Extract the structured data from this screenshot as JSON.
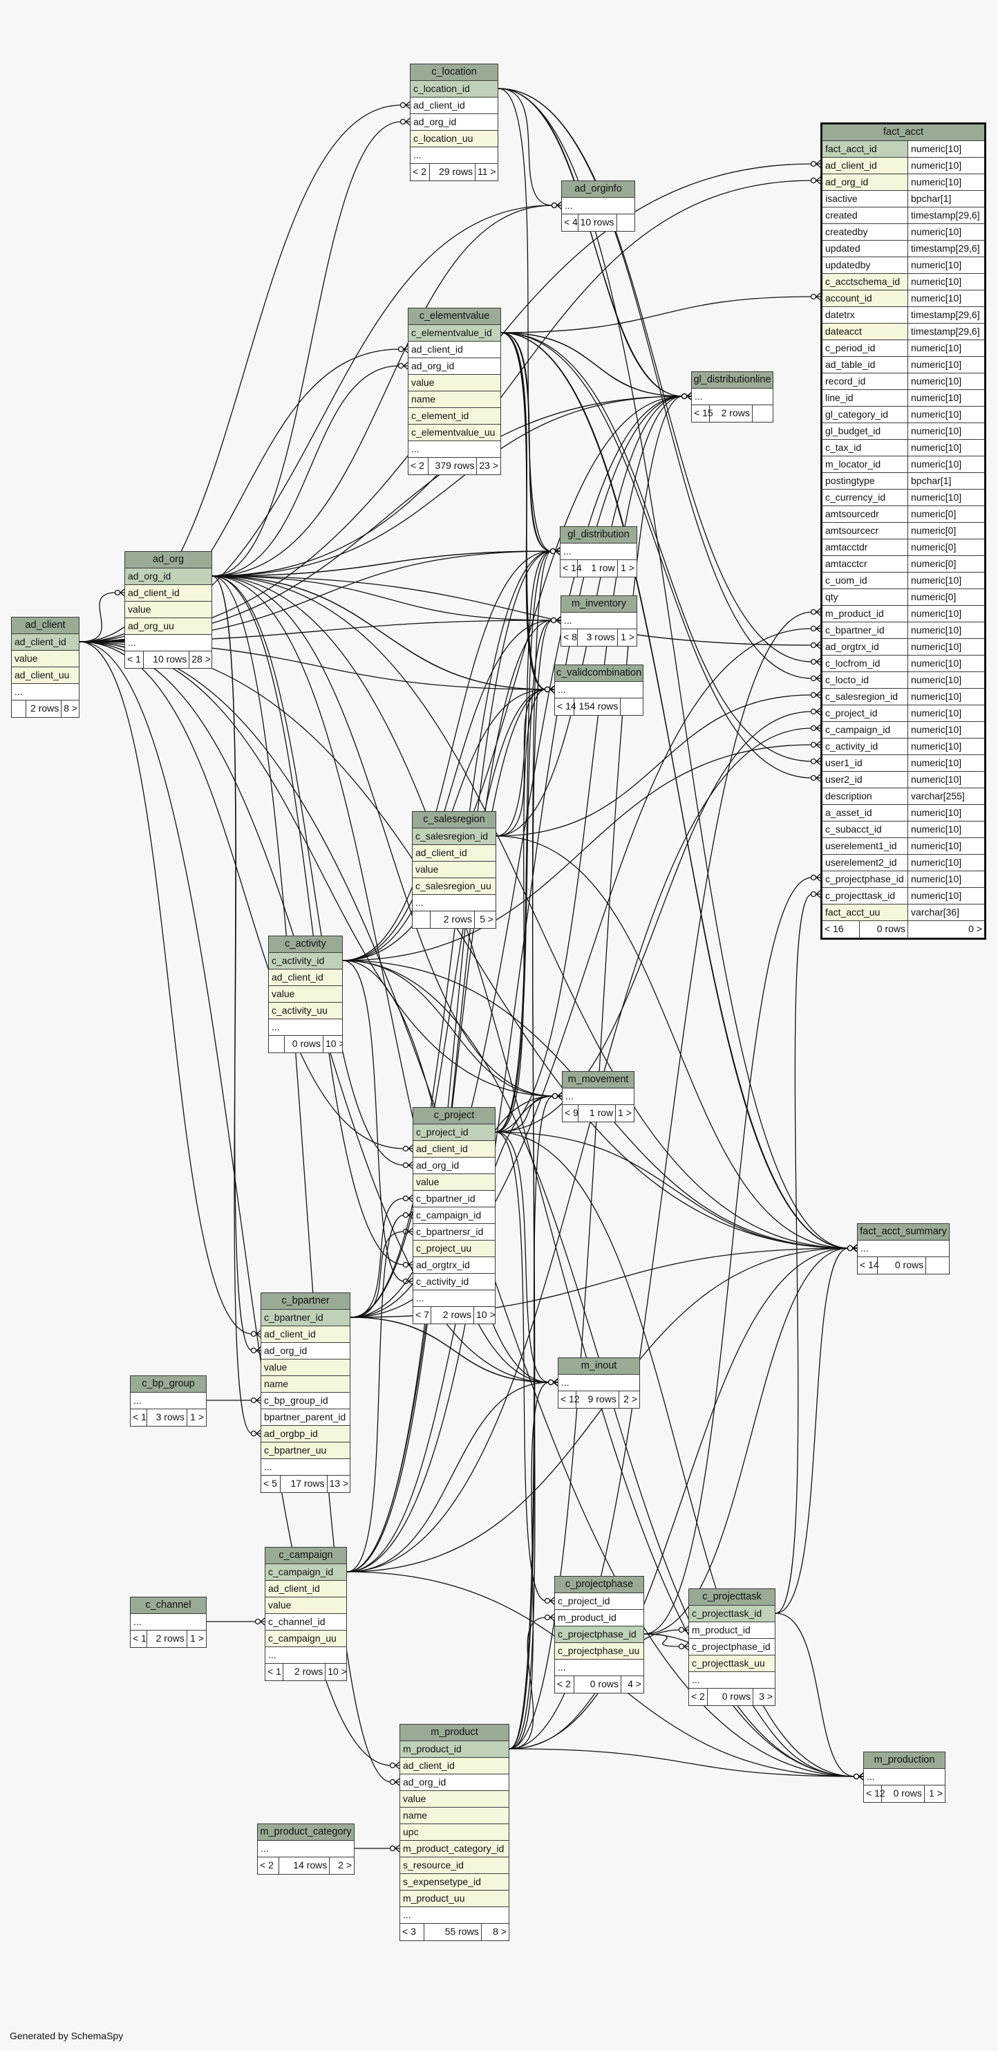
{
  "generated_by": "Generated by SchemaSpy",
  "tables": {
    "c_location": {
      "title": "c_location",
      "rows": [
        "c_location_id",
        "ad_client_id",
        "ad_org_id",
        "c_location_uu",
        "..."
      ],
      "footer": [
        "< 2",
        "29 rows",
        "11 >"
      ]
    },
    "ad_orginfo": {
      "title": "ad_orginfo",
      "rows": [
        "..."
      ],
      "footer": [
        "< 4",
        "10 rows",
        ""
      ]
    },
    "c_elementvalue": {
      "title": "c_elementvalue",
      "rows": [
        "c_elementvalue_id",
        "ad_client_id",
        "ad_org_id",
        "value",
        "name",
        "c_element_id",
        "c_elementvalue_uu",
        "..."
      ],
      "footer": [
        "< 2",
        "379 rows",
        "23 >"
      ]
    },
    "gl_distributionline": {
      "title": "gl_distributionline",
      "rows": [
        "..."
      ],
      "footer": [
        "< 15",
        "2 rows",
        ""
      ]
    },
    "gl_distribution": {
      "title": "gl_distribution",
      "rows": [
        "..."
      ],
      "footer": [
        "< 14",
        "1 row",
        "1 >"
      ]
    },
    "m_inventory": {
      "title": "m_inventory",
      "rows": [
        "..."
      ],
      "footer": [
        "< 8",
        "3 rows",
        "1 >"
      ]
    },
    "c_validcombination": {
      "title": "c_validcombination",
      "rows": [
        "..."
      ],
      "footer": [
        "< 14",
        "154 rows",
        ""
      ]
    },
    "ad_org": {
      "title": "ad_org",
      "rows": [
        "ad_org_id",
        "ad_client_id",
        "value",
        "ad_org_uu",
        "..."
      ],
      "footer": [
        "< 1",
        "10 rows",
        "28 >"
      ]
    },
    "ad_client": {
      "title": "ad_client",
      "rows": [
        "ad_client_id",
        "value",
        "ad_client_uu",
        "..."
      ],
      "footer": [
        "",
        "2 rows",
        "8 >"
      ]
    },
    "c_salesregion": {
      "title": "c_salesregion",
      "rows": [
        "c_salesregion_id",
        "ad_client_id",
        "value",
        "c_salesregion_uu",
        "..."
      ],
      "footer": [
        "",
        "2 rows",
        "5 >"
      ]
    },
    "c_activity": {
      "title": "c_activity",
      "rows": [
        "c_activity_id",
        "ad_client_id",
        "value",
        "c_activity_uu",
        "..."
      ],
      "footer": [
        "",
        "0 rows",
        "10 >"
      ]
    },
    "m_movement": {
      "title": "m_movement",
      "rows": [
        "..."
      ],
      "footer": [
        "< 9",
        "1 row",
        "1 >"
      ]
    },
    "c_project": {
      "title": "c_project",
      "rows": [
        "c_project_id",
        "ad_client_id",
        "ad_org_id",
        "value",
        "c_bpartner_id",
        "c_campaign_id",
        "c_bpartnersr_id",
        "c_project_uu",
        "ad_orgtrx_id",
        "c_activity_id",
        "..."
      ],
      "footer": [
        "< 7",
        "2 rows",
        "10 >"
      ]
    },
    "fact_acct_summary": {
      "title": "fact_acct_summary",
      "rows": [
        "..."
      ],
      "footer": [
        "< 14",
        "0 rows",
        ""
      ]
    },
    "m_inout": {
      "title": "m_inout",
      "rows": [
        "..."
      ],
      "footer": [
        "< 12",
        "9 rows",
        "2 >"
      ]
    },
    "c_bpartner": {
      "title": "c_bpartner",
      "rows": [
        "c_bpartner_id",
        "ad_client_id",
        "ad_org_id",
        "value",
        "name",
        "c_bp_group_id",
        "bpartner_parent_id",
        "ad_orgbp_id",
        "c_bpartner_uu",
        "..."
      ],
      "footer": [
        "< 5",
        "17 rows",
        "13 >"
      ]
    },
    "c_bp_group": {
      "title": "c_bp_group",
      "rows": [
        "..."
      ],
      "footer": [
        "< 1",
        "3 rows",
        "1 >"
      ]
    },
    "c_campaign": {
      "title": "c_campaign",
      "rows": [
        "c_campaign_id",
        "ad_client_id",
        "value",
        "c_channel_id",
        "c_campaign_uu",
        "..."
      ],
      "footer": [
        "< 1",
        "2 rows",
        "10 >"
      ]
    },
    "c_channel": {
      "title": "c_channel",
      "rows": [
        "..."
      ],
      "footer": [
        "< 1",
        "2 rows",
        "1 >"
      ]
    },
    "c_projectphase": {
      "title": "c_projectphase",
      "rows": [
        "c_project_id",
        "m_product_id",
        "c_projectphase_id",
        "c_projectphase_uu",
        "..."
      ],
      "footer": [
        "< 2",
        "0 rows",
        "4 >"
      ]
    },
    "c_projecttask": {
      "title": "c_projecttask",
      "rows": [
        "c_projecttask_id",
        "m_product_id",
        "c_projectphase_id",
        "c_projecttask_uu",
        "..."
      ],
      "footer": [
        "< 2",
        "0 rows",
        "3 >"
      ]
    },
    "m_product": {
      "title": "m_product",
      "rows": [
        "m_product_id",
        "ad_client_id",
        "ad_org_id",
        "value",
        "name",
        "upc",
        "m_product_category_id",
        "s_resource_id",
        "s_expensetype_id",
        "m_product_uu",
        "..."
      ],
      "footer": [
        "< 3",
        "55 rows",
        "8 >"
      ]
    },
    "m_product_category": {
      "title": "m_product_category",
      "rows": [
        "..."
      ],
      "footer": [
        "< 2",
        "14 rows",
        "2 >"
      ]
    },
    "m_production": {
      "title": "m_production",
      "rows": [
        "..."
      ],
      "footer": [
        "< 12",
        "0 rows",
        "1 >"
      ]
    }
  },
  "fact_acct": {
    "title": "fact_acct",
    "columns": [
      {
        "name": "fact_acct_id",
        "type": "numeric[10]"
      },
      {
        "name": "ad_client_id",
        "type": "numeric[10]"
      },
      {
        "name": "ad_org_id",
        "type": "numeric[10]"
      },
      {
        "name": "isactive",
        "type": "bpchar[1]"
      },
      {
        "name": "created",
        "type": "timestamp[29,6]"
      },
      {
        "name": "createdby",
        "type": "numeric[10]"
      },
      {
        "name": "updated",
        "type": "timestamp[29,6]"
      },
      {
        "name": "updatedby",
        "type": "numeric[10]"
      },
      {
        "name": "c_acctschema_id",
        "type": "numeric[10]"
      },
      {
        "name": "account_id",
        "type": "numeric[10]"
      },
      {
        "name": "datetrx",
        "type": "timestamp[29,6]"
      },
      {
        "name": "dateacct",
        "type": "timestamp[29,6]"
      },
      {
        "name": "c_period_id",
        "type": "numeric[10]"
      },
      {
        "name": "ad_table_id",
        "type": "numeric[10]"
      },
      {
        "name": "record_id",
        "type": "numeric[10]"
      },
      {
        "name": "line_id",
        "type": "numeric[10]"
      },
      {
        "name": "gl_category_id",
        "type": "numeric[10]"
      },
      {
        "name": "gl_budget_id",
        "type": "numeric[10]"
      },
      {
        "name": "c_tax_id",
        "type": "numeric[10]"
      },
      {
        "name": "m_locator_id",
        "type": "numeric[10]"
      },
      {
        "name": "postingtype",
        "type": "bpchar[1]"
      },
      {
        "name": "c_currency_id",
        "type": "numeric[10]"
      },
      {
        "name": "amtsourcedr",
        "type": "numeric[0]"
      },
      {
        "name": "amtsourcecr",
        "type": "numeric[0]"
      },
      {
        "name": "amtacctdr",
        "type": "numeric[0]"
      },
      {
        "name": "amtacctcr",
        "type": "numeric[0]"
      },
      {
        "name": "c_uom_id",
        "type": "numeric[10]"
      },
      {
        "name": "qty",
        "type": "numeric[0]"
      },
      {
        "name": "m_product_id",
        "type": "numeric[10]"
      },
      {
        "name": "c_bpartner_id",
        "type": "numeric[10]"
      },
      {
        "name": "ad_orgtrx_id",
        "type": "numeric[10]"
      },
      {
        "name": "c_locfrom_id",
        "type": "numeric[10]"
      },
      {
        "name": "c_locto_id",
        "type": "numeric[10]"
      },
      {
        "name": "c_salesregion_id",
        "type": "numeric[10]"
      },
      {
        "name": "c_project_id",
        "type": "numeric[10]"
      },
      {
        "name": "c_campaign_id",
        "type": "numeric[10]"
      },
      {
        "name": "c_activity_id",
        "type": "numeric[10]"
      },
      {
        "name": "user1_id",
        "type": "numeric[10]"
      },
      {
        "name": "user2_id",
        "type": "numeric[10]"
      },
      {
        "name": "description",
        "type": "varchar[255]"
      },
      {
        "name": "a_asset_id",
        "type": "numeric[10]"
      },
      {
        "name": "c_subacct_id",
        "type": "numeric[10]"
      },
      {
        "name": "userelement1_id",
        "type": "numeric[10]"
      },
      {
        "name": "userelement2_id",
        "type": "numeric[10]"
      },
      {
        "name": "c_projectphase_id",
        "type": "numeric[10]"
      },
      {
        "name": "c_projecttask_id",
        "type": "numeric[10]"
      },
      {
        "name": "fact_acct_uu",
        "type": "varchar[36]"
      }
    ],
    "footer": [
      "< 16",
      "0 rows",
      "0 >"
    ]
  }
}
